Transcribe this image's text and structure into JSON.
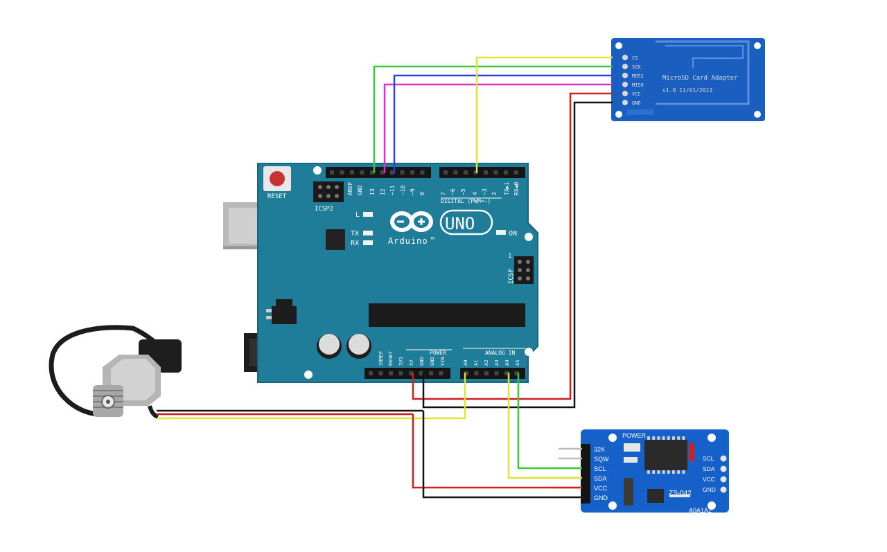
{
  "colors": {
    "board": "#1f7d9a",
    "board_edge": "#17657e",
    "sd_board": "#1a5fc0",
    "rtc_board": "#1560c9",
    "wire_green": "#39c83a",
    "wire_magenta": "#d630c4",
    "wire_blue": "#2d3fd8",
    "wire_yellow": "#e3e230",
    "wire_red": "#d01d1d",
    "wire_black": "#111111"
  },
  "arduino": {
    "logo_model": "UNO",
    "logo_brand": "Arduino",
    "trademark": "TM",
    "reset_label": "RESET",
    "icsp2_label": "ICSP2",
    "icsp_label": "ICSP",
    "icsp_pin1": "1",
    "led_l": "L",
    "led_tx": "TX",
    "led_rx": "RX",
    "led_on": "ON",
    "digital_label": "DIGITAL (PWM=~)",
    "power_label": "POWER",
    "analog_label": "ANALOG IN",
    "digital_pins": [
      "AREF",
      "GND",
      "13",
      "12",
      "~11",
      "~10",
      "~9",
      "8",
      "7",
      "~6",
      "~5",
      "4",
      "~3",
      "2",
      "TX▶1",
      "RX◀0"
    ],
    "power_pins": [
      "IOREF",
      "RESET",
      "3V3",
      "5V",
      "GND",
      "GND",
      "VIN"
    ],
    "analog_pins": [
      "A0",
      "A1",
      "A2",
      "A3",
      "A4",
      "A5"
    ]
  },
  "sd_module": {
    "title": "MicroSD Card Adapter",
    "version": "v1.0 11/01/2013",
    "pins": [
      "CS",
      "SCK",
      "MOSI",
      "MISO",
      "VCC",
      "GND"
    ]
  },
  "rtc_module": {
    "name": "ZS-042",
    "address": "A0A1A2",
    "power_label": "POWER",
    "left_pins": [
      "32K",
      "SQW",
      "SCL",
      "SDA",
      "VCC",
      "GND"
    ],
    "right_pins": [
      "SCL",
      "SDA",
      "VCC",
      "GND"
    ]
  }
}
